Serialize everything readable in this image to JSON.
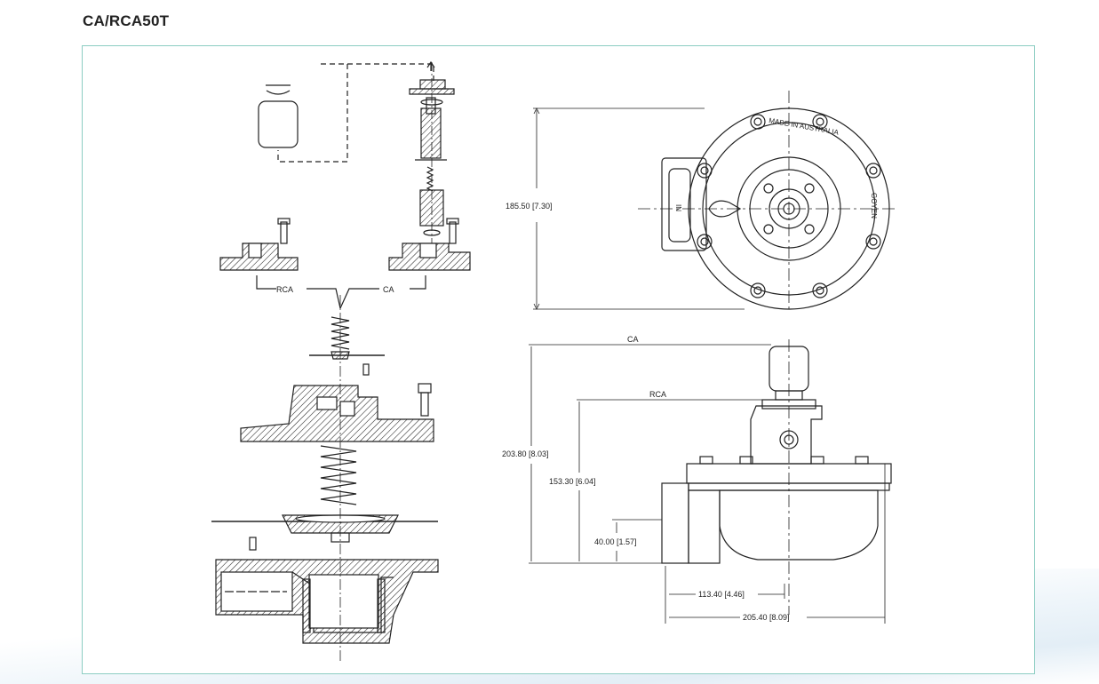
{
  "page": {
    "title": "CA/RCA50T"
  },
  "exploded_view": {
    "label_rca": "RCA",
    "label_ca": "CA"
  },
  "top_view": {
    "dim_height": "185.50 [7.30]",
    "marking_made_in": "MADE IN AUSTRALIA",
    "marking_brand": "GOYEN",
    "marking_in": "IN"
  },
  "side_view": {
    "label_ca": "CA",
    "label_rca": "RCA",
    "dim_total_height": "203.80 [8.03]",
    "dim_rca_height": "153.30 [6.04]",
    "dim_inlet_height": "40.00 [1.57]",
    "dim_half_width": "113.40 [4.46]",
    "dim_width": "205.40 [8.09]"
  },
  "colors": {
    "frame_border": "#8ccdc2",
    "line": "#222222",
    "swoosh": "#e3eef6"
  }
}
